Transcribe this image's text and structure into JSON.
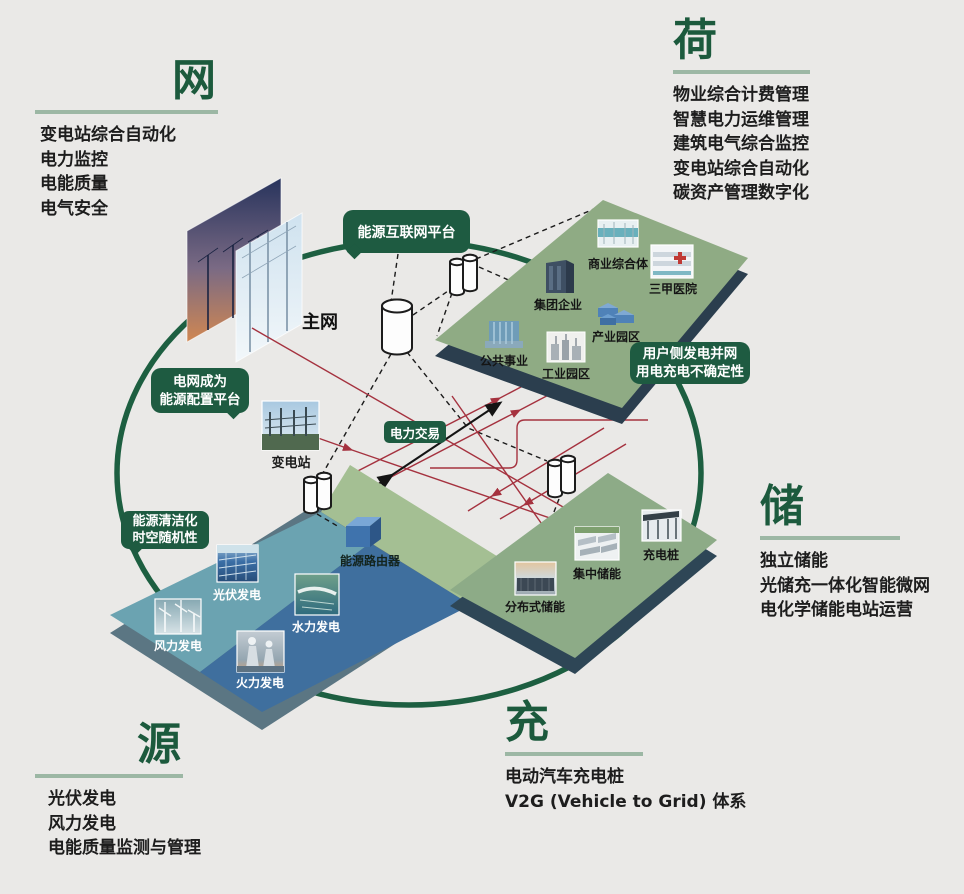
{
  "sections": {
    "grid": {
      "title": "网",
      "items": [
        "变电站综合自动化",
        "电力监控",
        "电能质量",
        "电气安全"
      ]
    },
    "load": {
      "title": "荷",
      "items": [
        "物业综合计费管理",
        "智慧电力运维管理",
        "建筑电气综合监控",
        "变电站综合自动化",
        "碳资产管理数字化"
      ]
    },
    "storage": {
      "title": "储",
      "items": [
        "独立储能",
        "光储充一体化智能微网",
        "电化学储能电站运营"
      ]
    },
    "charge": {
      "title": "充",
      "items": [
        "电动汽车充电桩",
        "V2G (Vehicle to Grid) 体系"
      ]
    },
    "source": {
      "title": "源",
      "items": [
        "光伏发电",
        "风力发电",
        "电能质量监测与管理"
      ]
    }
  },
  "badges": {
    "platform": "能源互联网平台",
    "grid_role": [
      "电网成为",
      "能源配置平台"
    ],
    "trade": "电力交易",
    "clean": [
      "能源清洁化",
      "时空随机性"
    ],
    "user_side": [
      "用户侧发电并网",
      "用电充电不确定性"
    ]
  },
  "diagram": {
    "main_grid": "主网",
    "substation": "变电站",
    "router": "能源路由器",
    "load_items": [
      "商业综合体",
      "三甲医院",
      "集团企业",
      "产业园区",
      "公共事业",
      "工业园区"
    ],
    "storage_items": [
      "充电桩",
      "集中储能",
      "分布式储能"
    ],
    "source_items": [
      "光伏发电",
      "风力发电",
      "水力发电",
      "火力发电"
    ]
  },
  "colors": {
    "dark_green": "#1e5b41",
    "underline_green": "#9cb7a4",
    "line_red": "#a5323f",
    "platform_green": "#8fab84",
    "band_teal": "#6ba3b1",
    "band_blue": "#3f6f9e",
    "band_light_green": "#a4bf93"
  }
}
